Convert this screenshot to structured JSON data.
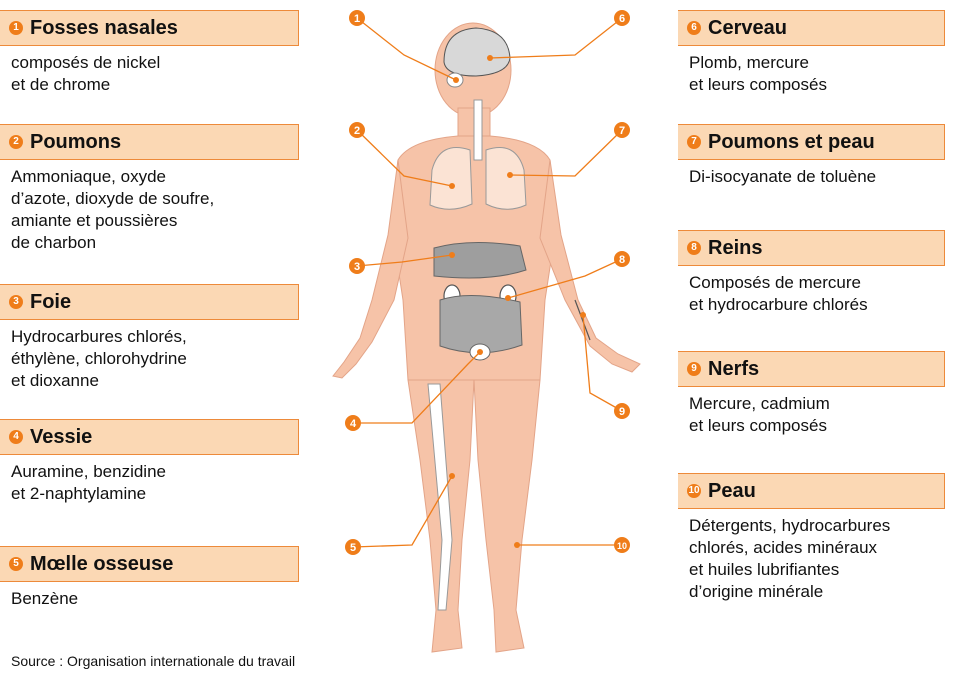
{
  "labels": [
    {
      "num": "1",
      "title": "Fosses nasales",
      "text": "composés de nickel\net de chrome"
    },
    {
      "num": "2",
      "title": "Poumons",
      "text": "Ammoniaque, oxyde\nd’azote, dioxyde de soufre,\namiante et poussières\nde charbon"
    },
    {
      "num": "3",
      "title": "Foie",
      "text": "Hydrocarbures chlorés,\néthylène, chlorohydrine\net dioxanne"
    },
    {
      "num": "4",
      "title": "Vessie",
      "text": "Auramine, benzidine\net 2-naphtylamine"
    },
    {
      "num": "5",
      "title": "Mœlle osseuse",
      "text": "Benzène"
    },
    {
      "num": "6",
      "title": "Cerveau",
      "text": "Plomb, mercure\net leurs composés"
    },
    {
      "num": "7",
      "title": "Poumons et peau",
      "text": "Di-isocyanate de toluène"
    },
    {
      "num": "8",
      "title": "Reins",
      "text": "Composés de mercure\net hydrocarbure chlorés"
    },
    {
      "num": "9",
      "title": "Nerfs",
      "text": "Mercure, cadmium\net leurs composés"
    },
    {
      "num": "10",
      "title": "Peau",
      "text": "Détergents, hydrocarbures\nchlorés, acides minéraux\net huiles lubrifiantes\nd’origine minérale"
    }
  ],
  "source": "Source : Organisation internationale du travail",
  "colors": {
    "accent": "#ef7d1a",
    "box_fill": "#fbd8b4",
    "box_border": "#ed8a3a",
    "skin": "#f6c3a8",
    "organ": "#9e9e9e"
  }
}
